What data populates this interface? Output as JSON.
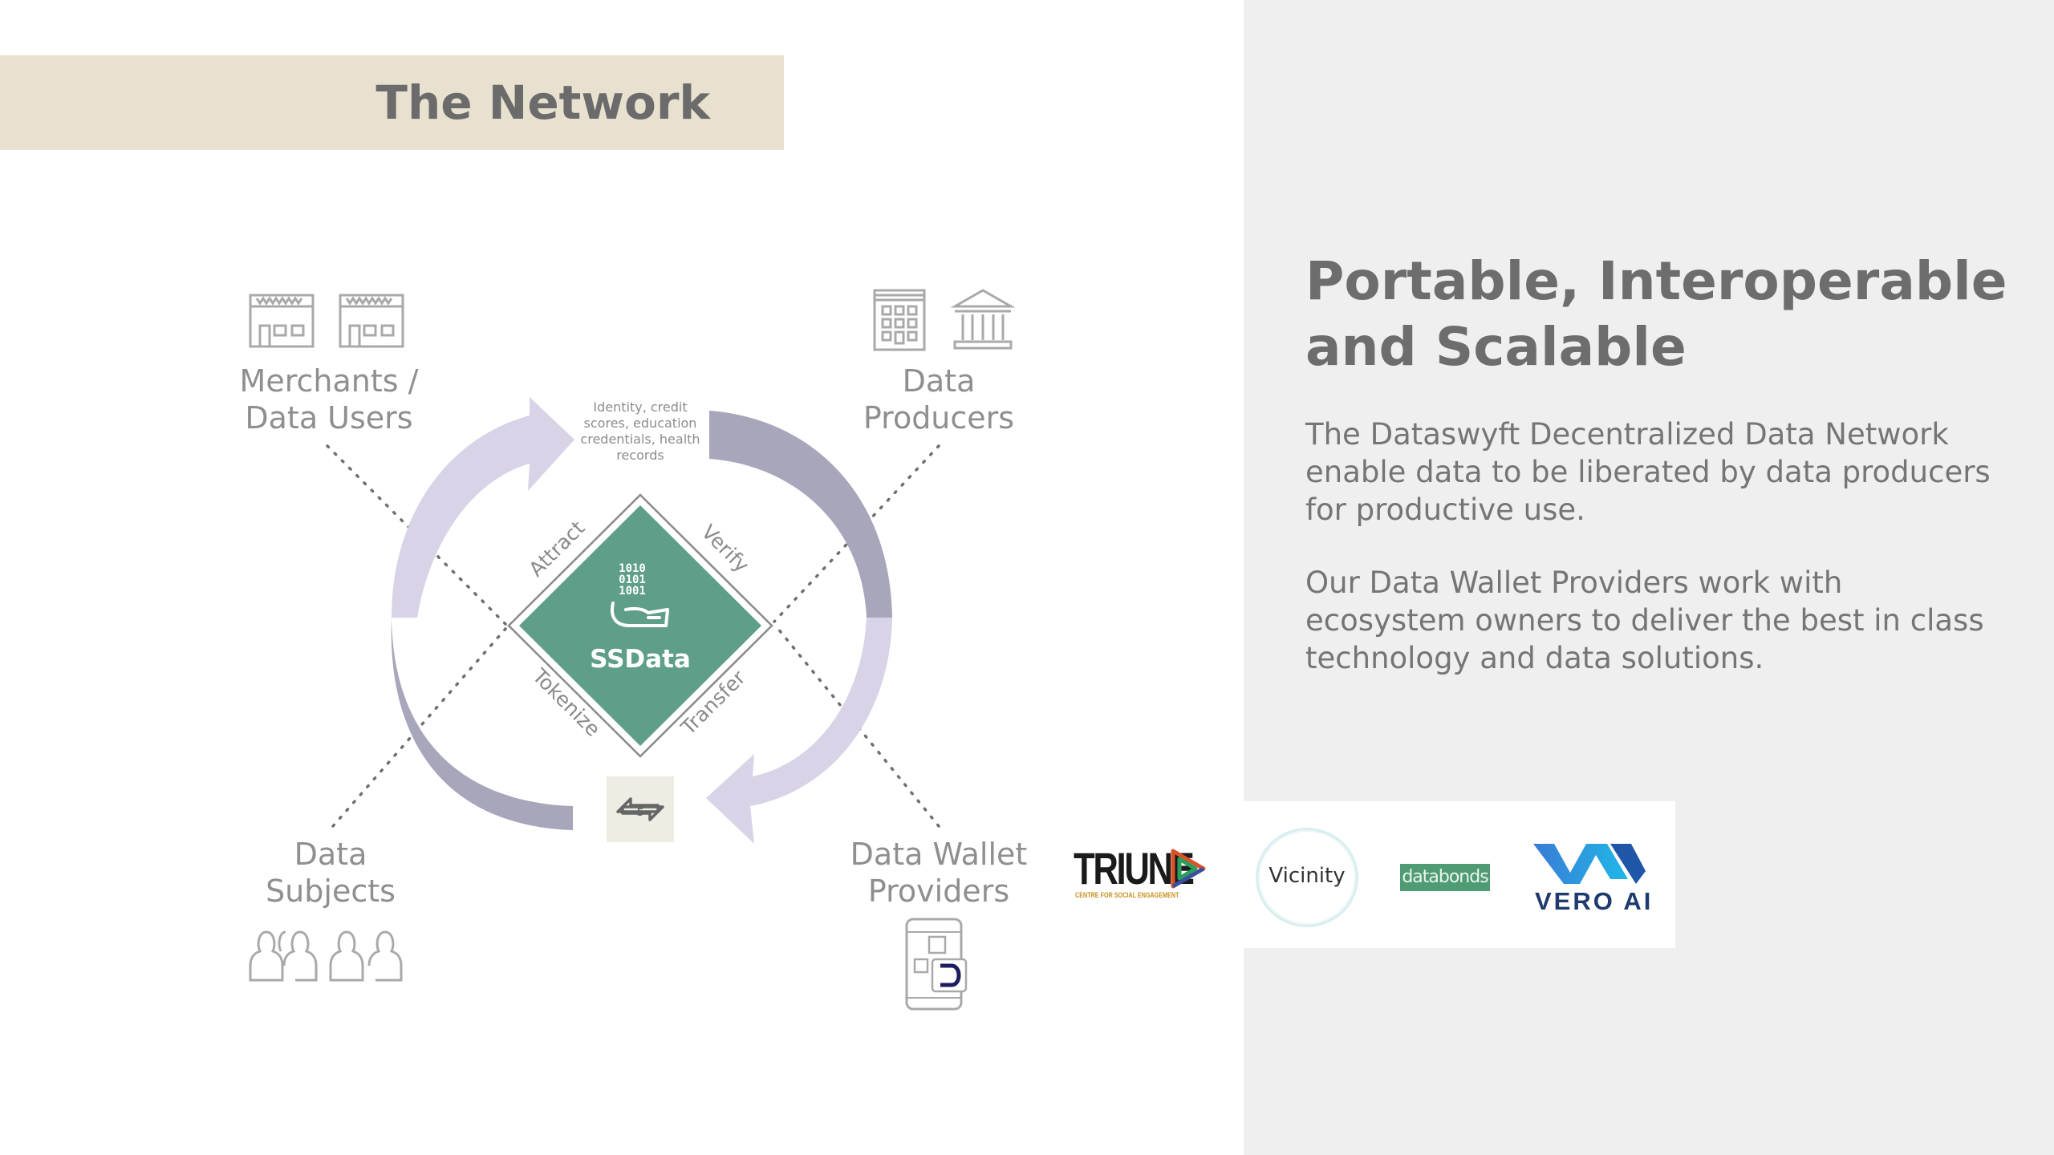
{
  "slide": {
    "section_title": "The Network",
    "headline": "Portable, Interoperable and Scalable",
    "paragraphs": [
      "The Dataswyft Decentralized Data Network enable data to be liberated by data producers for productive use.",
      "Our Data Wallet Providers work with ecosystem owners to deliver the best in class technology and data solutions."
    ]
  },
  "diagram": {
    "corners": {
      "top_left": [
        "Merchants /",
        "Data Users"
      ],
      "top_right": [
        "Data",
        "Producers"
      ],
      "bottom_left": [
        "Data",
        "Subjects"
      ],
      "bottom_right": [
        "Data Wallet",
        "Providers"
      ]
    },
    "note": [
      "Identity, credit",
      "scores, education",
      "credentials, health",
      "records"
    ],
    "center_label": "SSData",
    "binary": [
      "1010",
      "0101",
      "1001"
    ],
    "edges": {
      "attract": "Attract",
      "verify": "Verify",
      "tokenize": "Tokenize",
      "transfer": "Transfer"
    },
    "exchange_token": "5",
    "colors": {
      "diamond": "#5f9f89",
      "arrow_light": "#d8d3e7",
      "arrow_dark": "#a8a6ba",
      "icon_gray": "#a9a9a9",
      "title_band": "#e8e1cf"
    }
  },
  "partners": {
    "triune": {
      "name": "TRIUNE",
      "subtitle": "CENTRE FOR SOCIAL ENGAGEMENT"
    },
    "vicinity": {
      "name": "Vicinity"
    },
    "databonds": {
      "name": "databonds"
    },
    "vero": {
      "name": "VERO AI"
    }
  }
}
